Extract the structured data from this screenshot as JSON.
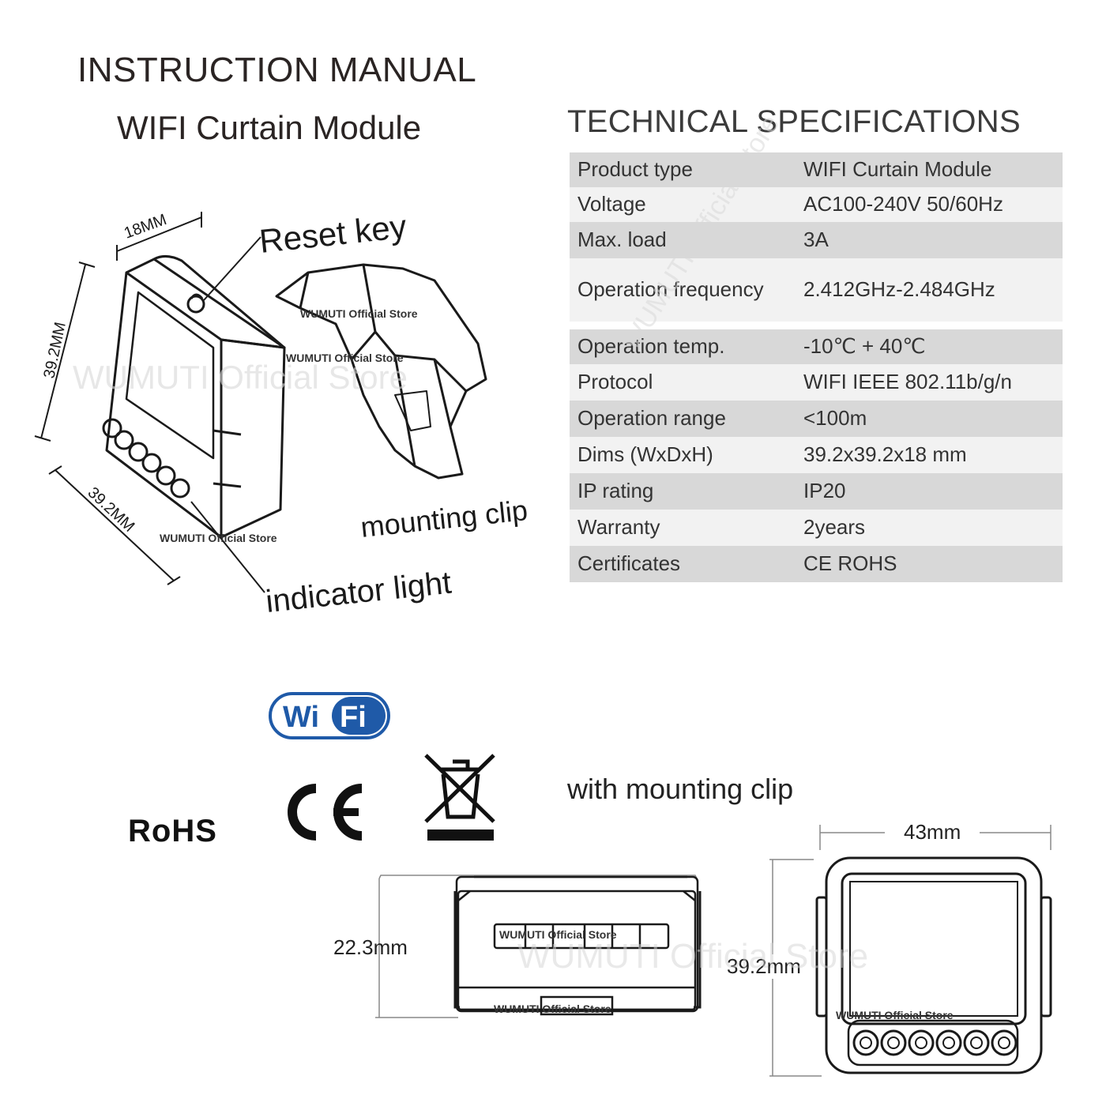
{
  "header": {
    "title": "INSTRUCTION MANUAL",
    "subtitle": "WIFI Curtain Module"
  },
  "specs": {
    "title": "TECHNICAL SPECIFICATIONS",
    "rows": [
      {
        "key": "Product type",
        "value": "WIFI Curtain Module"
      },
      {
        "key": "Voltage",
        "value": "AC100-240V 50/60Hz"
      },
      {
        "key": "Max. load",
        "value": "3A"
      },
      {
        "key": "Operation frequency",
        "value": "2.412GHz-2.484GHz"
      },
      {
        "key": "Operation temp.",
        "value": "-10℃ + 40℃"
      },
      {
        "key": "Protocol",
        "value": "WIFI IEEE 802.11b/g/n"
      },
      {
        "key": "Operation range",
        "value": "<100m"
      },
      {
        "key": "Dims (WxDxH)",
        "value": "39.2x39.2x18 mm"
      },
      {
        "key": "IP rating",
        "value": "IP20"
      },
      {
        "key": "Warranty",
        "value": "2years"
      },
      {
        "key": "Certificates",
        "value": "CE ROHS"
      }
    ]
  },
  "diagram": {
    "reset_key": "Reset key",
    "mounting_clip": "mounting clip",
    "indicator_light": "indicator light",
    "dim_top": "18MM",
    "dim_left": "39.2MM",
    "dim_bottom": "39.2MM"
  },
  "watermark": {
    "small": "WUMUTI Official Store",
    "big": "WUMUTI Official Store"
  },
  "certs": {
    "wifi_part1": "Wi",
    "wifi_part2": "Fi",
    "rohs": "RoHS",
    "ce": "CE"
  },
  "bottom": {
    "caption": "with mounting clip",
    "dim_height": "22.3mm",
    "dim_width": "43mm",
    "dim_depth": "39.2mm"
  },
  "colors": {
    "wifi_blue": "#1f5aa8",
    "table_shade": "#d8d8d8",
    "table_light": "#f2f2f2"
  }
}
